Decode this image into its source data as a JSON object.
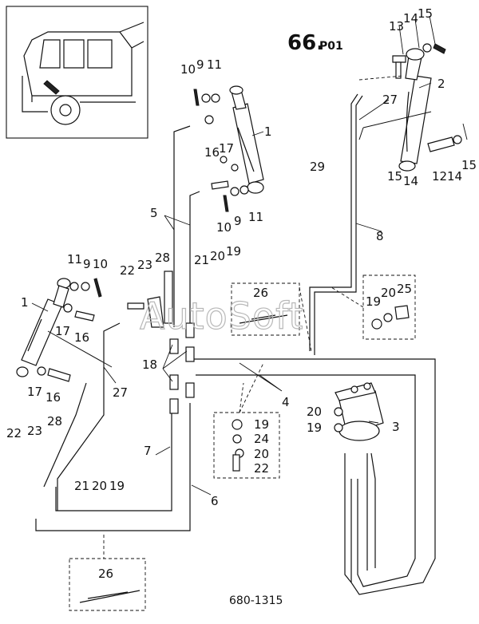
{
  "page_title_main": "66.",
  "page_title_sub": "P01",
  "drawing_number": "680-1315",
  "watermark": "AutoSoft",
  "part_labels": {
    "p1a": "1",
    "p1b": "1",
    "p2": "2",
    "p3": "3",
    "p4": "4",
    "p5": "5",
    "p6": "6",
    "p7": "7",
    "p8": "8",
    "p9a": "9",
    "p9b": "9",
    "p9c": "9",
    "p10a": "10",
    "p10b": "10",
    "p10c": "10",
    "p11a": "11",
    "p11b": "11",
    "p11c": "11",
    "p12": "12",
    "p13": "13",
    "p14a": "14",
    "p14b": "14",
    "p14c": "14",
    "p15a": "15",
    "p15b": "15",
    "p15c": "15",
    "p16a": "16",
    "p16b": "16",
    "p16c": "16",
    "p17a": "17",
    "p17b": "17",
    "p17c": "17",
    "p18": "18",
    "p19a": "19",
    "p19b": "19",
    "p19c": "19",
    "p19d": "19",
    "p19e": "19",
    "p20a": "20",
    "p20b": "20",
    "p20c": "20",
    "p20d": "20",
    "p20e": "20",
    "p21a": "21",
    "p21b": "21",
    "p22a": "22",
    "p22b": "22",
    "p22c": "22",
    "p23a": "23",
    "p23b": "23",
    "p24": "24",
    "p25": "25",
    "p26a": "26",
    "p26b": "26",
    "p27a": "27",
    "p27b": "27",
    "p28a": "28",
    "p28b": "28",
    "p29": "29"
  }
}
